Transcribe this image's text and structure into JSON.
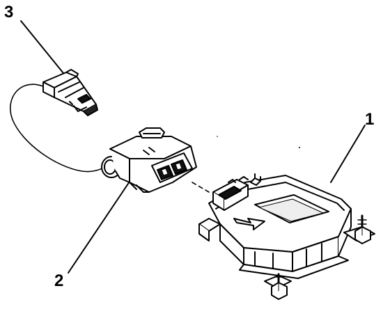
{
  "diagram": {
    "callouts": [
      {
        "id": "3",
        "label": "3"
      },
      {
        "id": "1",
        "label": "1"
      },
      {
        "id": "2",
        "label": "2"
      }
    ]
  }
}
